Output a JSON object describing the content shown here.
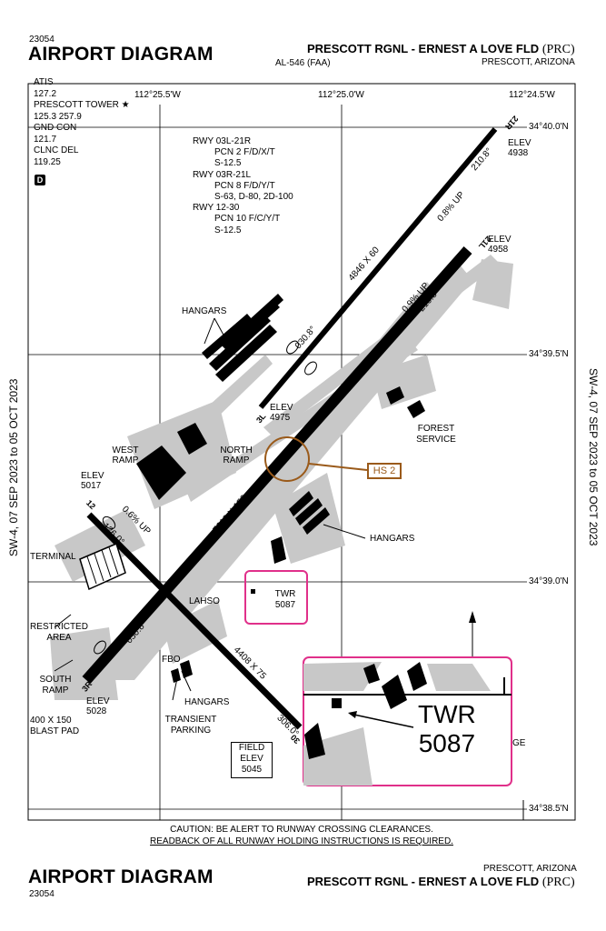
{
  "header": {
    "chart_number_top": "23054",
    "title_top": "AIRPORT DIAGRAM",
    "airport_name_top": "PRESCOTT RGNL - ERNEST A LOVE FLD",
    "airport_id_top": "(PRC)",
    "doc_id": "AL-546 (FAA)",
    "city_top": "PRESCOTT, ARIZONA"
  },
  "footer": {
    "city_bottom": "PRESCOTT, ARIZONA",
    "title_bottom": "AIRPORT DIAGRAM",
    "airport_name_bottom": "PRESCOTT RGNL - ERNEST A LOVE FLD",
    "airport_id_bottom": "(PRC)",
    "chart_number_bottom": "23054"
  },
  "side_dates": {
    "left": "SW-4, 07 SEP 2023 to 05 OCT 2023",
    "right": "SW-4, 07 SEP 2023 to 05 OCT 2023"
  },
  "frequencies": {
    "atis_label": "ATIS",
    "atis_freq": "127.2",
    "tower_label": "PRESCOTT TOWER ★",
    "tower_freq": "125.3  257.9",
    "gnd_label": "GND CON",
    "gnd_freq": "121.7",
    "clnc_label": "CLNC DEL",
    "clnc_freq": "119.25",
    "d_symbol": "D"
  },
  "longitudes": {
    "lon1": "112°25.5'W",
    "lon2": "112°25.0'W",
    "lon3": "112°24.5'W"
  },
  "latitudes": {
    "lat1": "34°40.0'N",
    "lat2": "34°39.5'N",
    "lat3": "34°39.0'N",
    "lat4": "34°38.5'N"
  },
  "runway_info": {
    "rwy1": "RWY 03L-21R",
    "rwy1_pcn": "PCN 2 F/D/X/T",
    "rwy1_s": "S-12.5",
    "rwy2": "RWY 03R-21L",
    "rwy2_pcn": "PCN 8 F/D/Y/T",
    "rwy2_s": "S-63, D-80, 2D-100",
    "rwy3": "RWY 12-30",
    "rwy3_pcn": "PCN 10 F/C/Y/T",
    "rwy3_s": "S-12.5"
  },
  "map_labels": {
    "hangars_nw": "HANGARS",
    "hangars_e": "HANGARS",
    "hangars_s": "HANGARS",
    "west_ramp": "WEST RAMP",
    "north_ramp": "NORTH RAMP",
    "forest_service": "FOREST SERVICE",
    "terminal": "TERMINAL",
    "restricted_area": "RESTRICTED AREA",
    "south_ramp": "SOUTH RAMP",
    "fbo": "FBO",
    "transient_parking": "TRANSIENT PARKING",
    "lahso": "LAHSO",
    "blast_pad": "400 X 150 BLAST PAD",
    "elev_4938": "ELEV 4938",
    "elev_4958": "ELEV 4958",
    "elev_4975": "ELEV 4975",
    "elev_5017": "ELEV 5017",
    "elev_5028": "ELEV 5028",
    "field_elev": "FIELD ELEV 5045",
    "twr": "TWR 5087",
    "hs2": "HS 2",
    "rwy_dims_03l": "4846 X 60",
    "rwy_dims_03r": "7619 X 150",
    "rwy_dims_12": "4408 X 75",
    "hdg_030_a": "030.8°",
    "hdg_210_a": "210.8°",
    "hdg_030_b": "030.8°",
    "hdg_210_b": "210.8°",
    "hdg_126": "126.0°",
    "hdg_306": "306.0°",
    "grad_08": "0.8% UP",
    "grad_09": "0.9% UP",
    "grad_06": "0.6% UP",
    "rwy_end_21r": "21R",
    "rwy_end_21l": "21L",
    "rwy_end_3l": "3L",
    "rwy_end_3r": "3R",
    "rwy_end_12": "12",
    "rwy_end_30": "30",
    "inset_twr": "TWR",
    "inset_5087": "5087",
    "cut_ge": "GE"
  },
  "caution": {
    "line1": "CAUTION: BE ALERT TO RUNWAY CROSSING CLEARANCES.",
    "line2": "READBACK OF ALL RUNWAY HOLDING INSTRUCTIONS IS REQUIRED."
  },
  "colors": {
    "runway": "#000000",
    "taxiway": "#c8c8c8",
    "hotspot": "#9a5a1a",
    "highlight": "#e0308a"
  }
}
